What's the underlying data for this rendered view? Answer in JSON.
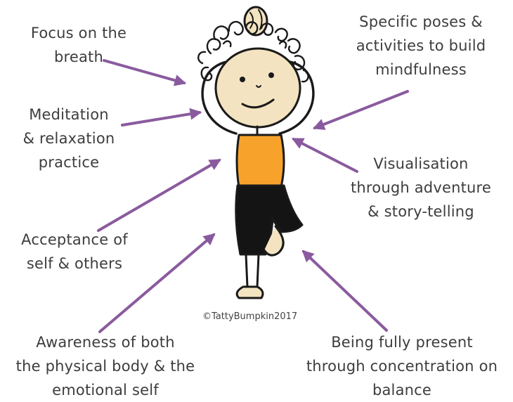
{
  "labels": {
    "focus_breath": [
      "Focus on the",
      "breath"
    ],
    "meditation": [
      "Meditation",
      "& relaxation",
      "practice"
    ],
    "acceptance": [
      "Acceptance of",
      "self & others"
    ],
    "awareness": [
      "Awareness of both",
      "the physical body & the",
      "emotional self"
    ],
    "specific_poses": [
      "Specific poses &",
      "activities to build",
      "mindfulness"
    ],
    "visualisation": [
      "Visualisation",
      "through adventure",
      "& story-telling"
    ],
    "being_present": [
      "Being fully present",
      "through concentration on",
      "balance"
    ]
  },
  "copyright": "©TattyBumpkin2017",
  "colors": {
    "arrow": "#8a5a9e",
    "shirt": "#f7a32b",
    "skin": "#f3e3c0",
    "pants": "#141414",
    "outline": "#1a1a1a",
    "text": "#3d3d3d"
  },
  "icons": {
    "character": "child-tree-pose-figure",
    "arrows": "arrow-icon"
  }
}
